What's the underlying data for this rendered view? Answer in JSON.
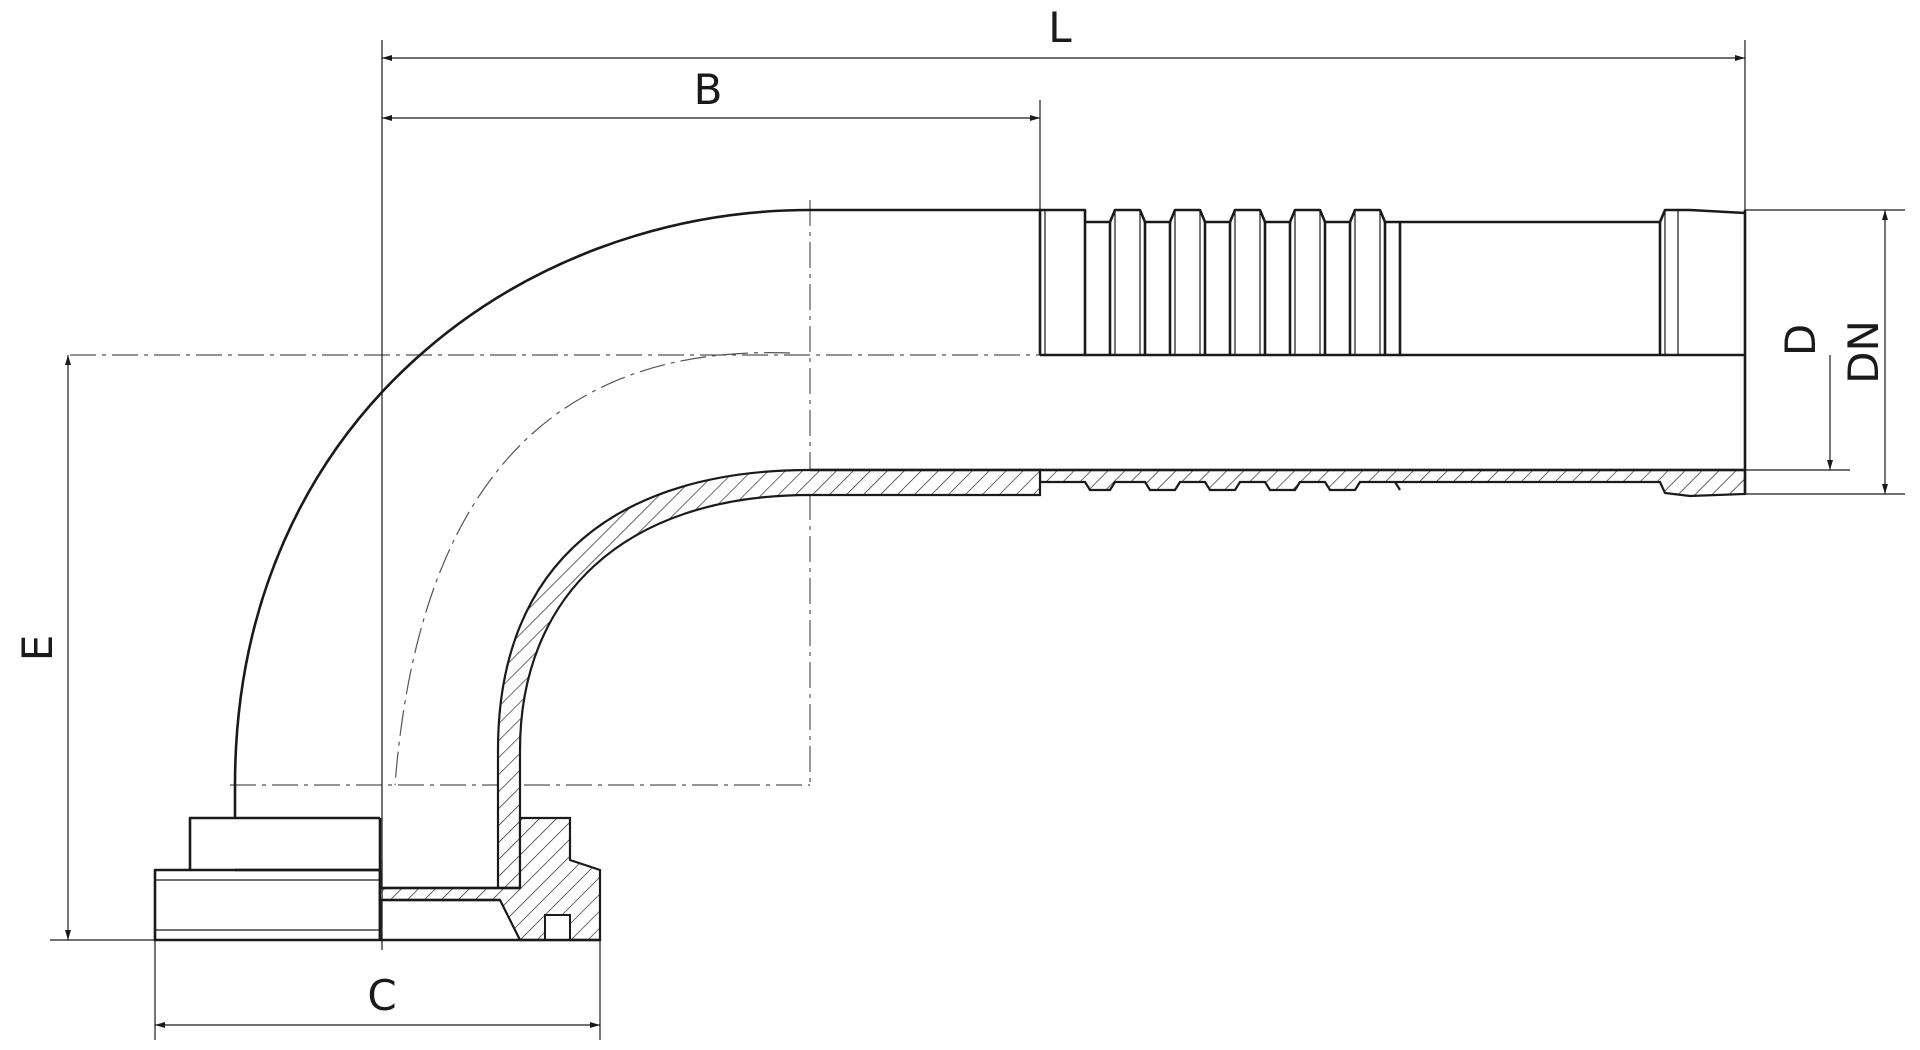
{
  "drawing": {
    "dimension_labels": {
      "L": "L",
      "B": "B",
      "D": "D",
      "DN": "DN",
      "E": "E",
      "C": "C"
    }
  }
}
